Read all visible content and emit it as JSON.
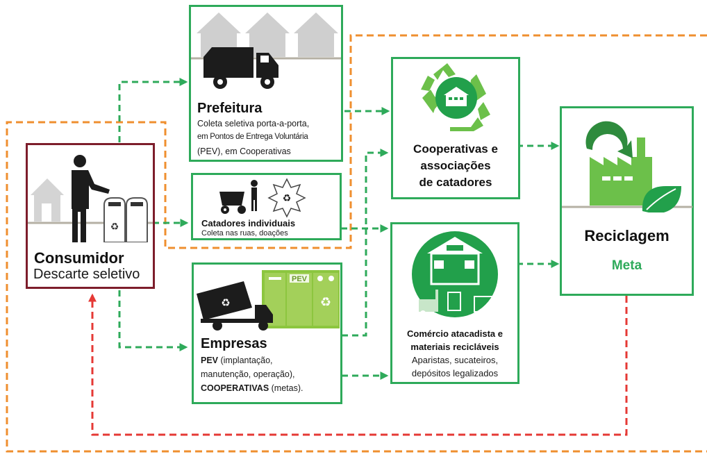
{
  "colors": {
    "green_border": "#2eaa5a",
    "green_fill": "#22a04b",
    "green_light": "#6cc04a",
    "maroon_border": "#7d1d2b",
    "orange_dash": "#ef8f2f",
    "red_dash": "#e53935",
    "gray_house": "#cfcfcf",
    "gray_ground": "#b5b0a4"
  },
  "consumidor": {
    "title": "Consumidor",
    "subtitle": "Descarte seletivo"
  },
  "prefeitura": {
    "title": "Prefeitura",
    "lines": [
      "Coleta seletiva porta-a-porta,",
      "em Pontos de Entrega Voluntária",
      "(PEV), em Cooperativas"
    ]
  },
  "catadores": {
    "title": "Catadores individuais",
    "subtitle": "Coleta nas ruas, doações"
  },
  "empresas": {
    "title": "Empresas",
    "pev_label": "PEV",
    "line1_rest": " (implantação,",
    "line2": "manutenção, operação),",
    "coop_label": "COOPERATIVAS",
    "line3_rest": " (metas).",
    "bin_label": "PEV"
  },
  "cooperativas": {
    "line1": "Cooperativas e",
    "line2": "associações",
    "line3": "de catadores"
  },
  "comercio": {
    "line1": "Comércio atacadista e",
    "line2": "materiais recicláveis",
    "line3": "Aparistas, sucateiros,",
    "line4": "depósitos legalizados"
  },
  "reciclagem": {
    "title": "Reciclagem",
    "subtitle": "Meta"
  },
  "icons": [
    "house-icon",
    "person-discarding-icon",
    "recycling-bin-icon",
    "garbage-truck-icon",
    "waste-picker-cart-icon",
    "recycle-symbol-icon",
    "warehouse-icon",
    "recycle-arrows-icon",
    "dump-truck-icon",
    "pev-container-icon",
    "forklift-icon",
    "factory-icon",
    "leaf-icon"
  ]
}
